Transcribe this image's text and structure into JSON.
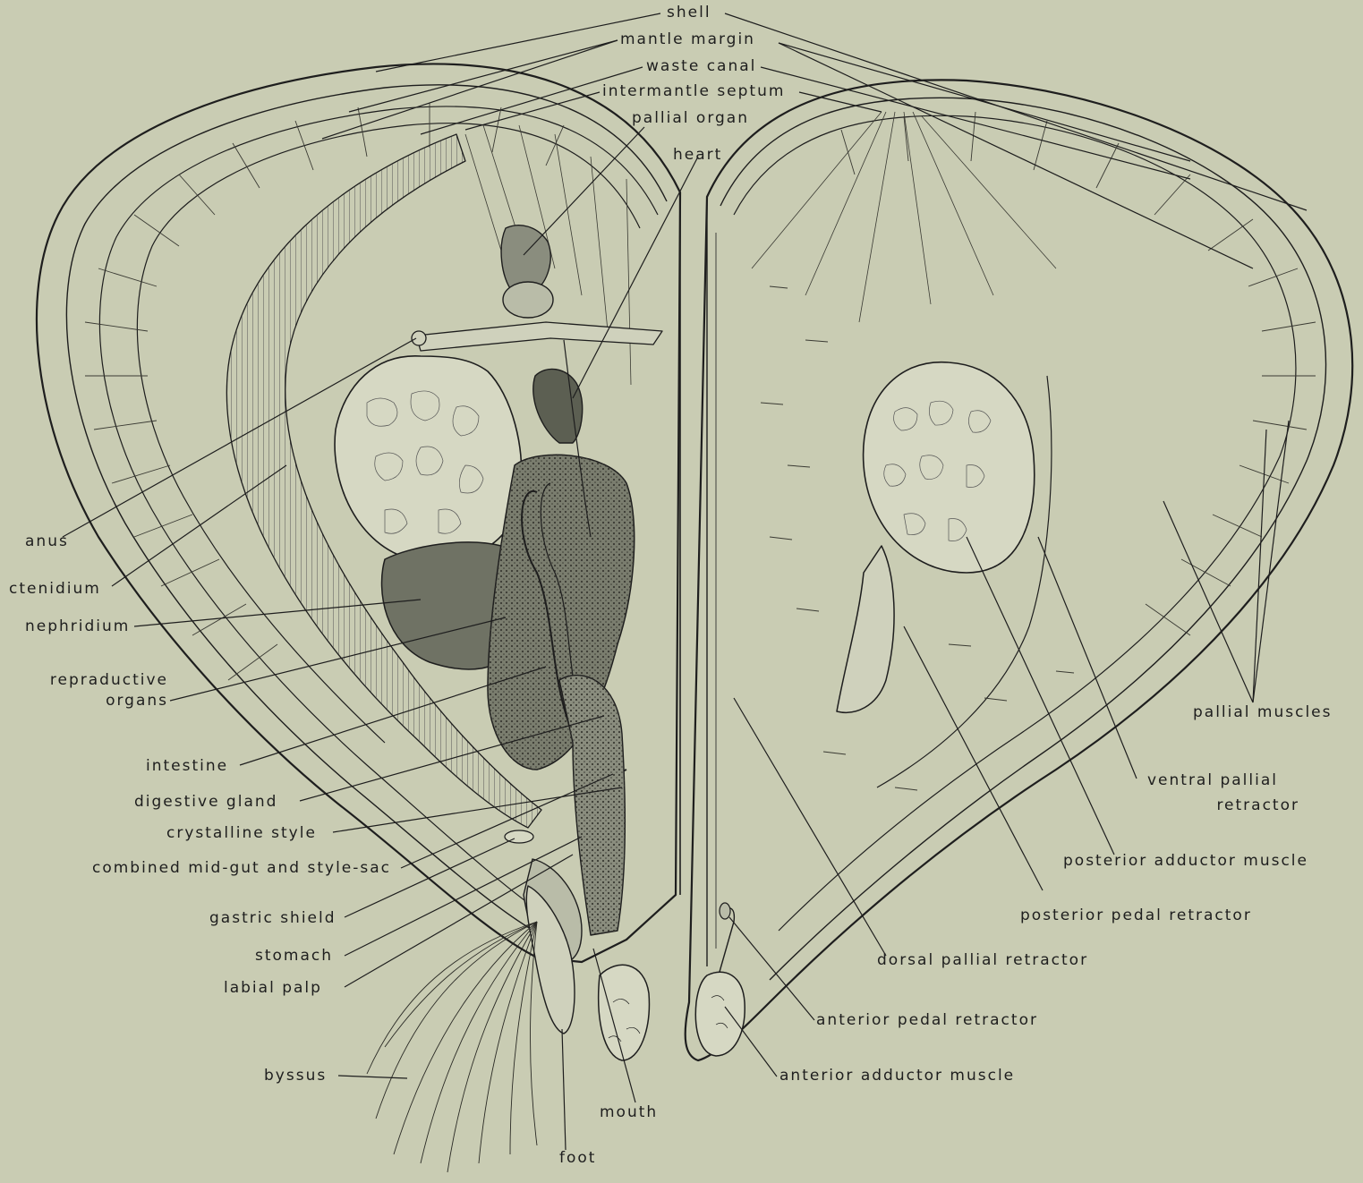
{
  "figure": {
    "labels": {
      "shell": "shell",
      "mantle_margin": "mantle margin",
      "waste_canal": "waste canal",
      "intermantle_septum": "intermantle septum",
      "pallial_organ": "pallial organ",
      "heart": "heart",
      "anus": "anus",
      "ctenidium": "ctenidium",
      "nephridium": "nephridium",
      "reproductive_organs_1": "repraductive",
      "reproductive_organs_2": "organs",
      "intestine": "intestine",
      "digestive_gland": "digestive gland",
      "crystalline_style": "crystalline style",
      "combined_midgut": "combined mid-gut and style-sac",
      "gastric_shield": "gastric shield",
      "stomach": "stomach",
      "labial_palp": "labial palp",
      "byssus": "byssus",
      "mouth": "mouth",
      "foot": "foot",
      "pallial_muscles": "pallial muscles",
      "ventral_pallial_retractor_1": "ventral pallial",
      "ventral_pallial_retractor_2": "retractor",
      "posterior_adductor_muscle": "posterior adductor muscle",
      "posterior_pedal_retractor": "posterior pedal retractor",
      "dorsal_pallial_retractor": "dorsal pallial retractor",
      "anterior_pedal_retractor": "anterior pedal retractor",
      "anterior_adductor_muscle": "anterior adductor muscle"
    },
    "colors": {
      "background": "#c9ccb3",
      "ink": "#1e1e1e",
      "organ_shade": "#6f7264",
      "tissue_fill": "#d6d8c3"
    }
  }
}
